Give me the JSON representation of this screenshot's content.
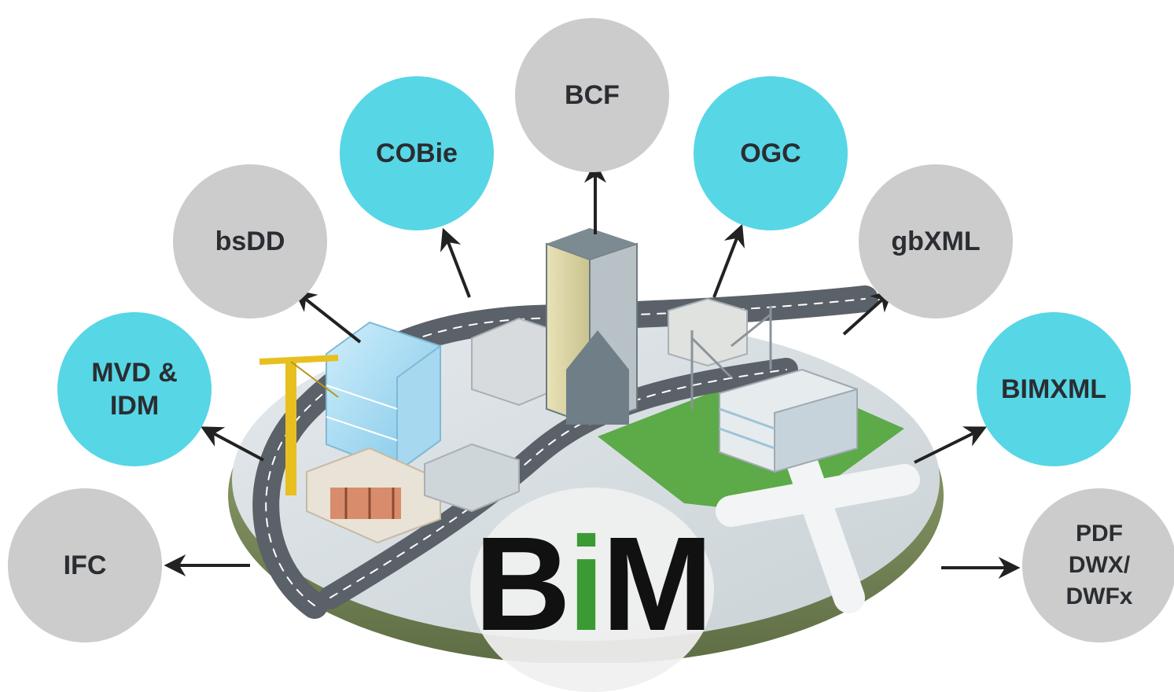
{
  "nodes": {
    "ifc": "IFC",
    "mvd": "MVD &\nIDM",
    "bsdd": "bsDD",
    "cobie": "COBie",
    "bcf": "BCF",
    "ogc": "OGC",
    "gbxml": "gbXML",
    "bimxml": "BIMXML",
    "pdf": "PDF\nDWX/\nDWFx"
  },
  "logo": {
    "b": "B",
    "i": "i",
    "m": "M"
  },
  "colors": {
    "grey_node": "#cccccc",
    "cyan_node": "#57d6e6",
    "logo_accent": "#3a9a33",
    "arrow": "#222222"
  }
}
